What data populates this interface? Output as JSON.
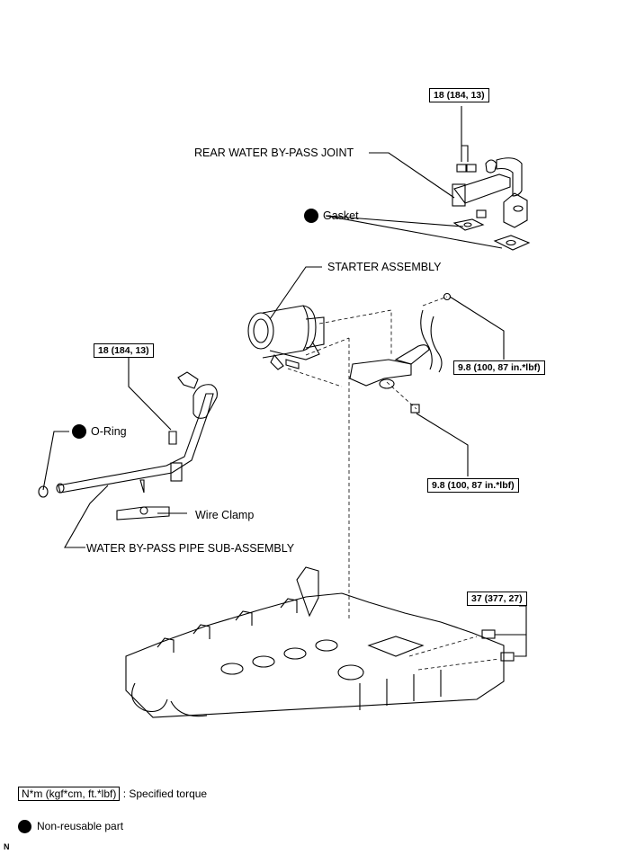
{
  "labels": {
    "rear_water_bypass_joint": "REAR WATER BY-PASS JOINT",
    "gasket": "Gasket",
    "starter_assembly": "STARTER ASSEMBLY",
    "o_ring": "O-Ring",
    "wire_clamp": "Wire Clamp",
    "water_bypass_pipe": "WATER BY-PASS PIPE SUB-ASSEMBLY"
  },
  "torques": {
    "joint_bolt": "18 (184, 13)",
    "pipe_bolt": "18 (184, 13)",
    "starter_bolt_upper": "9.8 (100, 87 in.*lbf)",
    "starter_nut_lower": "9.8 (100, 87 in.*lbf)",
    "block_bolts": "37 (377, 27)"
  },
  "legend": {
    "torque_unit": "N*m (kgf*cm, ft.*lbf)",
    "torque_desc": ": Specified torque",
    "non_reusable": "Non-reusable part"
  },
  "corner_mark": "N"
}
